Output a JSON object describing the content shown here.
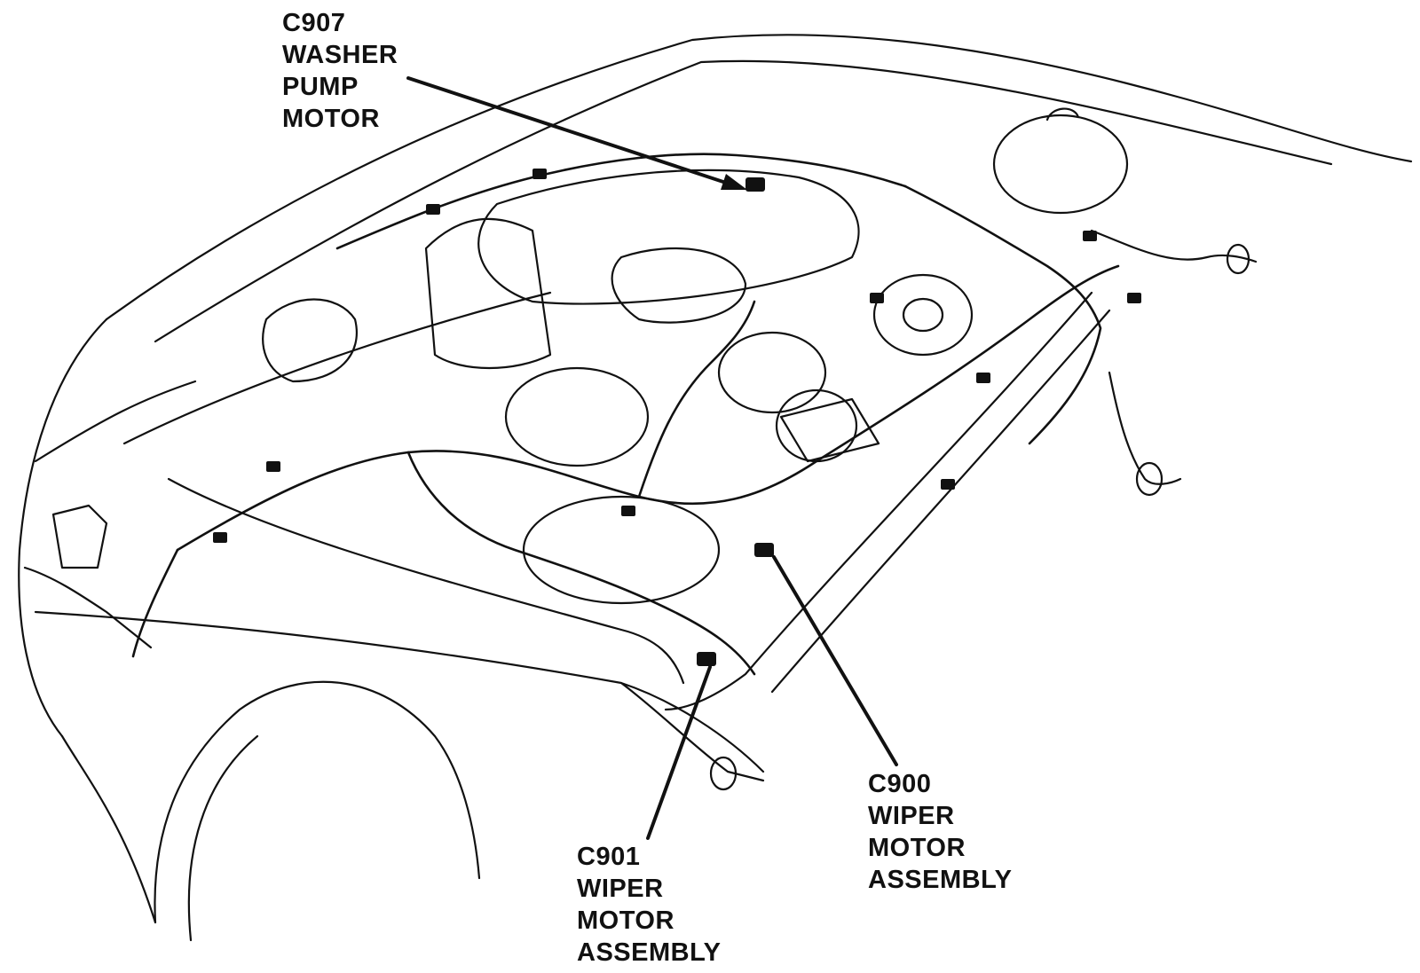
{
  "diagram": {
    "subject": "engine-compartment-wiring-harness",
    "line_color": "#111111",
    "background_color": "#ffffff",
    "callouts": [
      {
        "id": "c907",
        "lines": [
          "C907",
          "WASHER",
          "PUMP",
          "MOTOR"
        ]
      },
      {
        "id": "c900",
        "lines": [
          "C900",
          "WIPER",
          "MOTOR",
          "ASSEMBLY"
        ]
      },
      {
        "id": "c901",
        "lines": [
          "C901",
          "WIPER",
          "MOTOR",
          "ASSEMBLY"
        ]
      }
    ]
  }
}
